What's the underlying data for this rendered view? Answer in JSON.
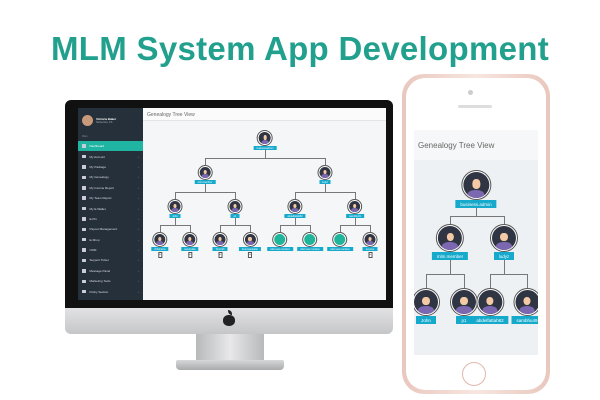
{
  "headline": "MLM System App Development",
  "desktop": {
    "user": {
      "name": "Victoria Baker",
      "location": "Santa Ana, CA"
    },
    "section_label": "Main",
    "sidebar": [
      {
        "label": "Dashboard",
        "active": true
      },
      {
        "label": "My Account"
      },
      {
        "label": "My Package"
      },
      {
        "label": "My Genealogy"
      },
      {
        "label": "My Income Report"
      },
      {
        "label": "My Team Report"
      },
      {
        "label": "My E-Wallet"
      },
      {
        "label": "E-Pin"
      },
      {
        "label": "Payout Management"
      },
      {
        "label": "E-Shop"
      },
      {
        "label": "CRM"
      },
      {
        "label": "Support Ticket"
      },
      {
        "label": "Message Panel"
      },
      {
        "label": "Marketing Tools"
      },
      {
        "label": "Policy Section"
      }
    ],
    "page_title": "Genealogy Tree View",
    "tree": [
      {
        "label": "businessadmin",
        "level": 1
      },
      {
        "label": "mlm.member",
        "level": 2
      },
      {
        "label": "ludyz",
        "level": 2
      },
      {
        "label": "John",
        "level": 3
      },
      {
        "label": "p1",
        "level": 3
      },
      {
        "label": "abdelfattah82",
        "level": 3
      },
      {
        "label": "sambhu49",
        "level": 3
      },
      {
        "label": "childname",
        "level": 4
      },
      {
        "label": "sandyokte",
        "level": 4
      },
      {
        "label": "Tom123",
        "level": 4
      },
      {
        "label": "freemandealer",
        "level": 4
      },
      {
        "label": "Add new member",
        "level": 4,
        "empty": true
      },
      {
        "label": "Add new member",
        "level": 4,
        "empty": true
      },
      {
        "label": "Add new member",
        "level": 4,
        "empty": true
      },
      {
        "label": "anyone",
        "level": 4
      }
    ]
  },
  "mobile": {
    "page_title": "Genealogy Tree View",
    "tree": [
      {
        "label": "business.admin",
        "level": 1
      },
      {
        "label": "mlm.member",
        "level": 2
      },
      {
        "label": "ludyz",
        "level": 2
      },
      {
        "label": "John",
        "level": 3
      },
      {
        "label": "p1",
        "level": 3
      },
      {
        "label": "abdelfattah82",
        "level": 3
      },
      {
        "label": "sambhu49",
        "level": 3
      }
    ]
  },
  "colors": {
    "headline": "#22a08e",
    "accent": "#1fb5a2",
    "node_label": "#15a9cc",
    "sidebar": "#25303a"
  }
}
